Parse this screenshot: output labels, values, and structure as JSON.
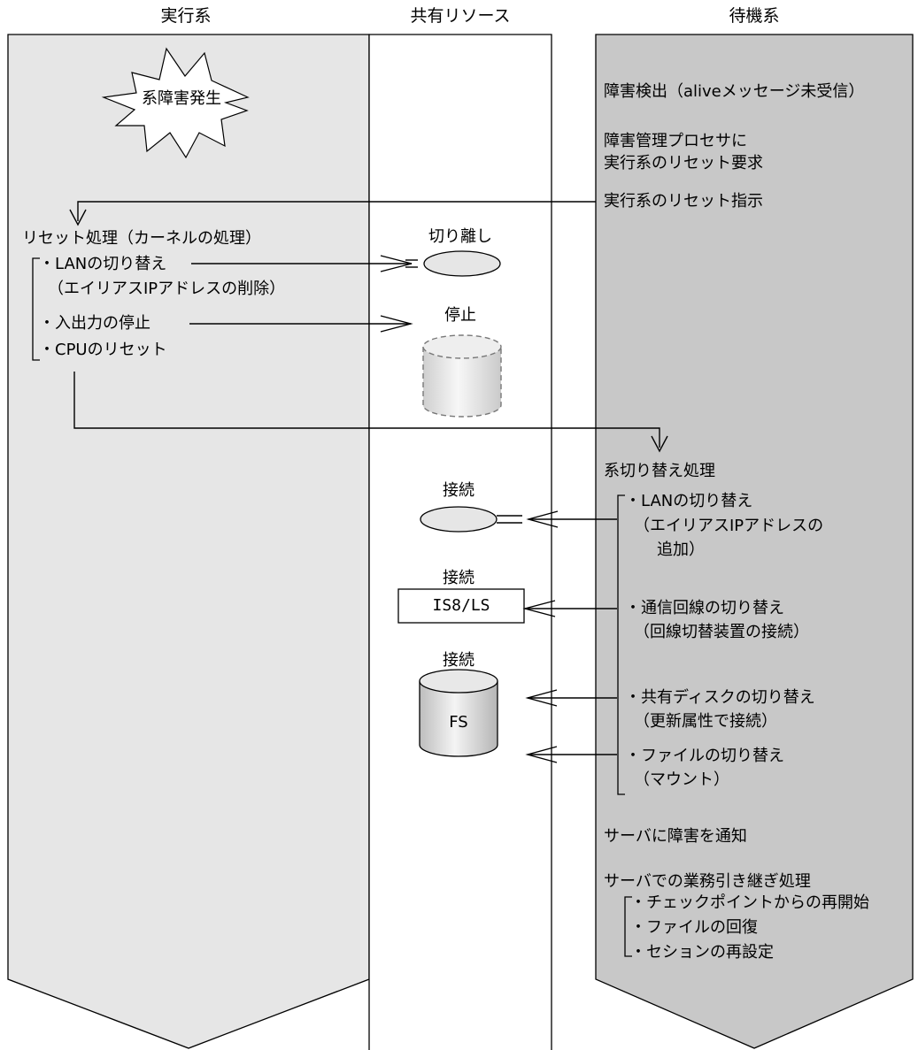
{
  "columns": {
    "active": "実行系",
    "shared": "共有リソース",
    "standby": "待機系"
  },
  "active": {
    "burst": "系障害発生",
    "reset_title": "リセット処理（カーネルの処理）",
    "lan_switch": "・LANの切り替え",
    "lan_switch_detail": "（エイリアスIPアドレスの削除）",
    "io_stop": "・入出力の停止",
    "cpu_reset": "・CPUのリセット"
  },
  "shared": {
    "detach_label": "切り離し",
    "stop_label": "停止",
    "connect_lan_label": "接続",
    "connect_line_label": "接続",
    "line_box": "IS8/LS",
    "connect_disk_label": "接続",
    "disk_label": "FS"
  },
  "standby": {
    "detect": "障害検出（aliveメッセージ未受信）",
    "request_line1": "障害管理プロセサに",
    "request_line2": "実行系のリセット要求",
    "reset_instruct": "実行系のリセット指示",
    "switch_title": "系切り替え処理",
    "lan_switch": "・LANの切り替え",
    "lan_detail1": "（エイリアスIPアドレスの",
    "lan_detail2": "追加）",
    "line_switch": "・通信回線の切り替え",
    "line_detail": "（回線切替装置の接続）",
    "disk_switch": "・共有ディスクの切り替え",
    "disk_detail": "（更新属性で接続）",
    "file_switch": "・ファイルの切り替え",
    "file_detail": "（マウント）",
    "notify": "サーバに障害を通知",
    "takeover": "サーバでの業務引き継ぎ処理",
    "checkpoint": "・チェックポイントからの再開始",
    "file_recover": "・ファイルの回復",
    "session_reset": "・セションの再設定"
  },
  "colors": {
    "active_fill": "#e6e6e6",
    "standby_fill": "#c8c8c8",
    "shape_fill": "#e0e0e0"
  }
}
